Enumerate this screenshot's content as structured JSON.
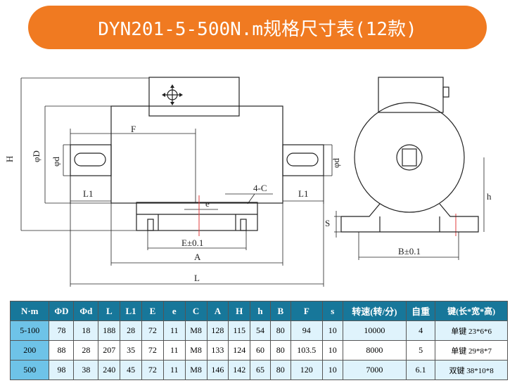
{
  "header": {
    "title": "DYN201-5-500N.m规格尺寸表(12款)",
    "color": "#f07a21"
  },
  "drawing": {
    "labels": {
      "H": "H",
      "phiD": "φD",
      "phid_left": "φd",
      "phid_right": "φd",
      "F": "F",
      "L1_left": "L1",
      "L1_right": "L1",
      "fourC": "4-C",
      "e": "e",
      "E": "E±0.1",
      "A": "A",
      "L": "L",
      "S": "S",
      "h": "h",
      "B": "B±0.1"
    }
  },
  "table": {
    "headers": [
      "N·m",
      "ΦD",
      "Φd",
      "L",
      "L1",
      "E",
      "e",
      "C",
      "A",
      "H",
      "h",
      "B",
      "F",
      "s",
      "转速(转/分)",
      "自重",
      "键(长*宽*高)"
    ],
    "rows": [
      [
        "5-100",
        "78",
        "18",
        "188",
        "28",
        "72",
        "11",
        "M8",
        "128",
        "115",
        "54",
        "80",
        "94",
        "10",
        "10000",
        "4",
        "单键 23*6*6"
      ],
      [
        "200",
        "88",
        "28",
        "207",
        "35",
        "72",
        "11",
        "M8",
        "133",
        "124",
        "60",
        "80",
        "103.5",
        "10",
        "8000",
        "5",
        "单键 29*8*7"
      ],
      [
        "500",
        "98",
        "38",
        "240",
        "45",
        "72",
        "11",
        "M8",
        "146",
        "142",
        "65",
        "80",
        "120",
        "10",
        "7000",
        "6.1",
        "双键 38*10*8"
      ]
    ],
    "header_color": "#17779a",
    "first_col_color": "#6ec3e8",
    "row_color": "#dff3fc"
  }
}
